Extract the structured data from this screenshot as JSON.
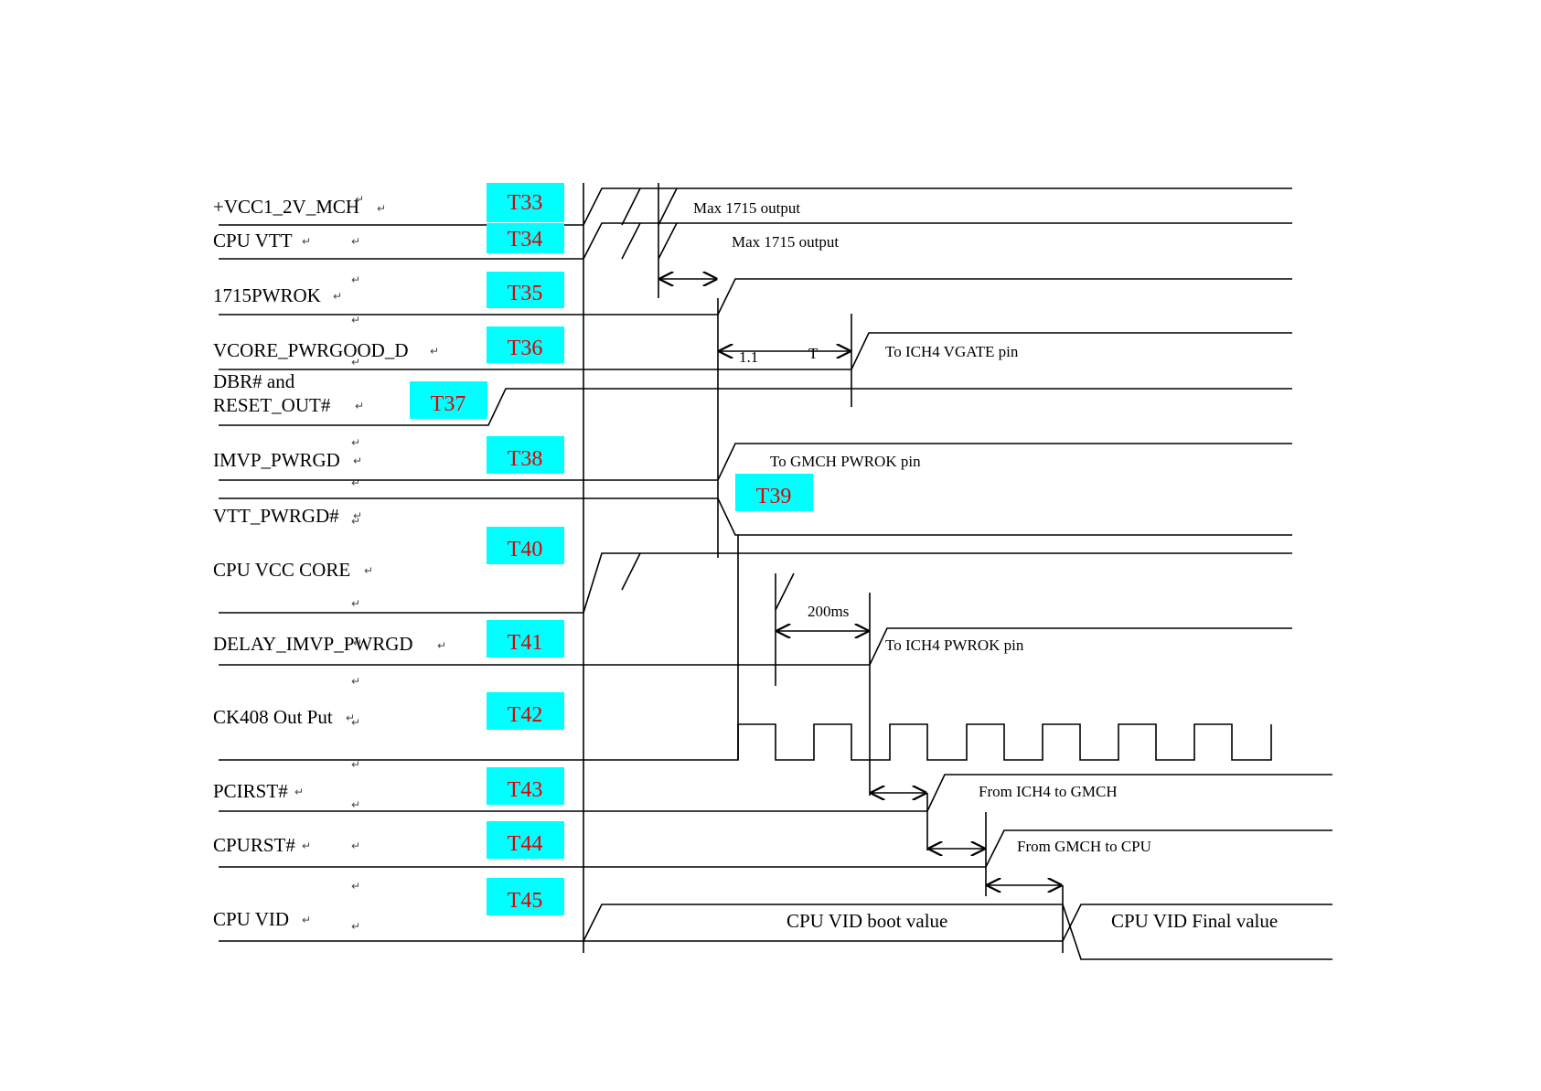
{
  "signals": [
    {
      "id": "vcc12",
      "label": "+VCC1_2V_MCH"
    },
    {
      "id": "cpuvtt",
      "label": "CPU VTT"
    },
    {
      "id": "pwrok1715",
      "label": "1715PWROK"
    },
    {
      "id": "vcore_pg",
      "label": "VCORE_PWRGOOD_D"
    },
    {
      "id": "dbr_line1",
      "label": "DBR# and"
    },
    {
      "id": "dbr_line2",
      "label": "RESET_OUT#"
    },
    {
      "id": "imvp",
      "label": "IMVP_PWRGD"
    },
    {
      "id": "vttpg",
      "label": "VTT_PWRGD#"
    },
    {
      "id": "vcccore",
      "label": "CPU VCC CORE"
    },
    {
      "id": "delay",
      "label": "DELAY_IMVP_PWRGD"
    },
    {
      "id": "ck408",
      "label": "CK408 Out Put"
    },
    {
      "id": "pcirst",
      "label": "PCIRST#"
    },
    {
      "id": "cpurst",
      "label": "CPURST#"
    },
    {
      "id": "cpuvid",
      "label": "CPU VID"
    }
  ],
  "tags": [
    "T33",
    "T34",
    "T35",
    "T36",
    "T37",
    "T38",
    "T39",
    "T40",
    "T41",
    "T42",
    "T43",
    "T44",
    "T45"
  ],
  "notes": {
    "max1715_a": "Max 1715 output",
    "max1715_b": "Max 1715 output",
    "ich4_vgate": "To ICH4 VGATE pin",
    "gmch_pwrok": "To GMCH PWROK pin",
    "ich4_pwrok": "To ICH4 PWROK pin",
    "delay_200ms": "200ms",
    "ich4_to_gmch": "From ICH4 to GMCH",
    "gmch_to_cpu": "From GMCH to CPU",
    "t_1": "1.1",
    "t_2": "T"
  },
  "vid_values": {
    "boot": "CPU VID boot value",
    "final": "CPU VID Final value"
  },
  "colors": {
    "tag_fill": "#00ffff",
    "tag_text": "#e00000",
    "wave": "#000000"
  }
}
